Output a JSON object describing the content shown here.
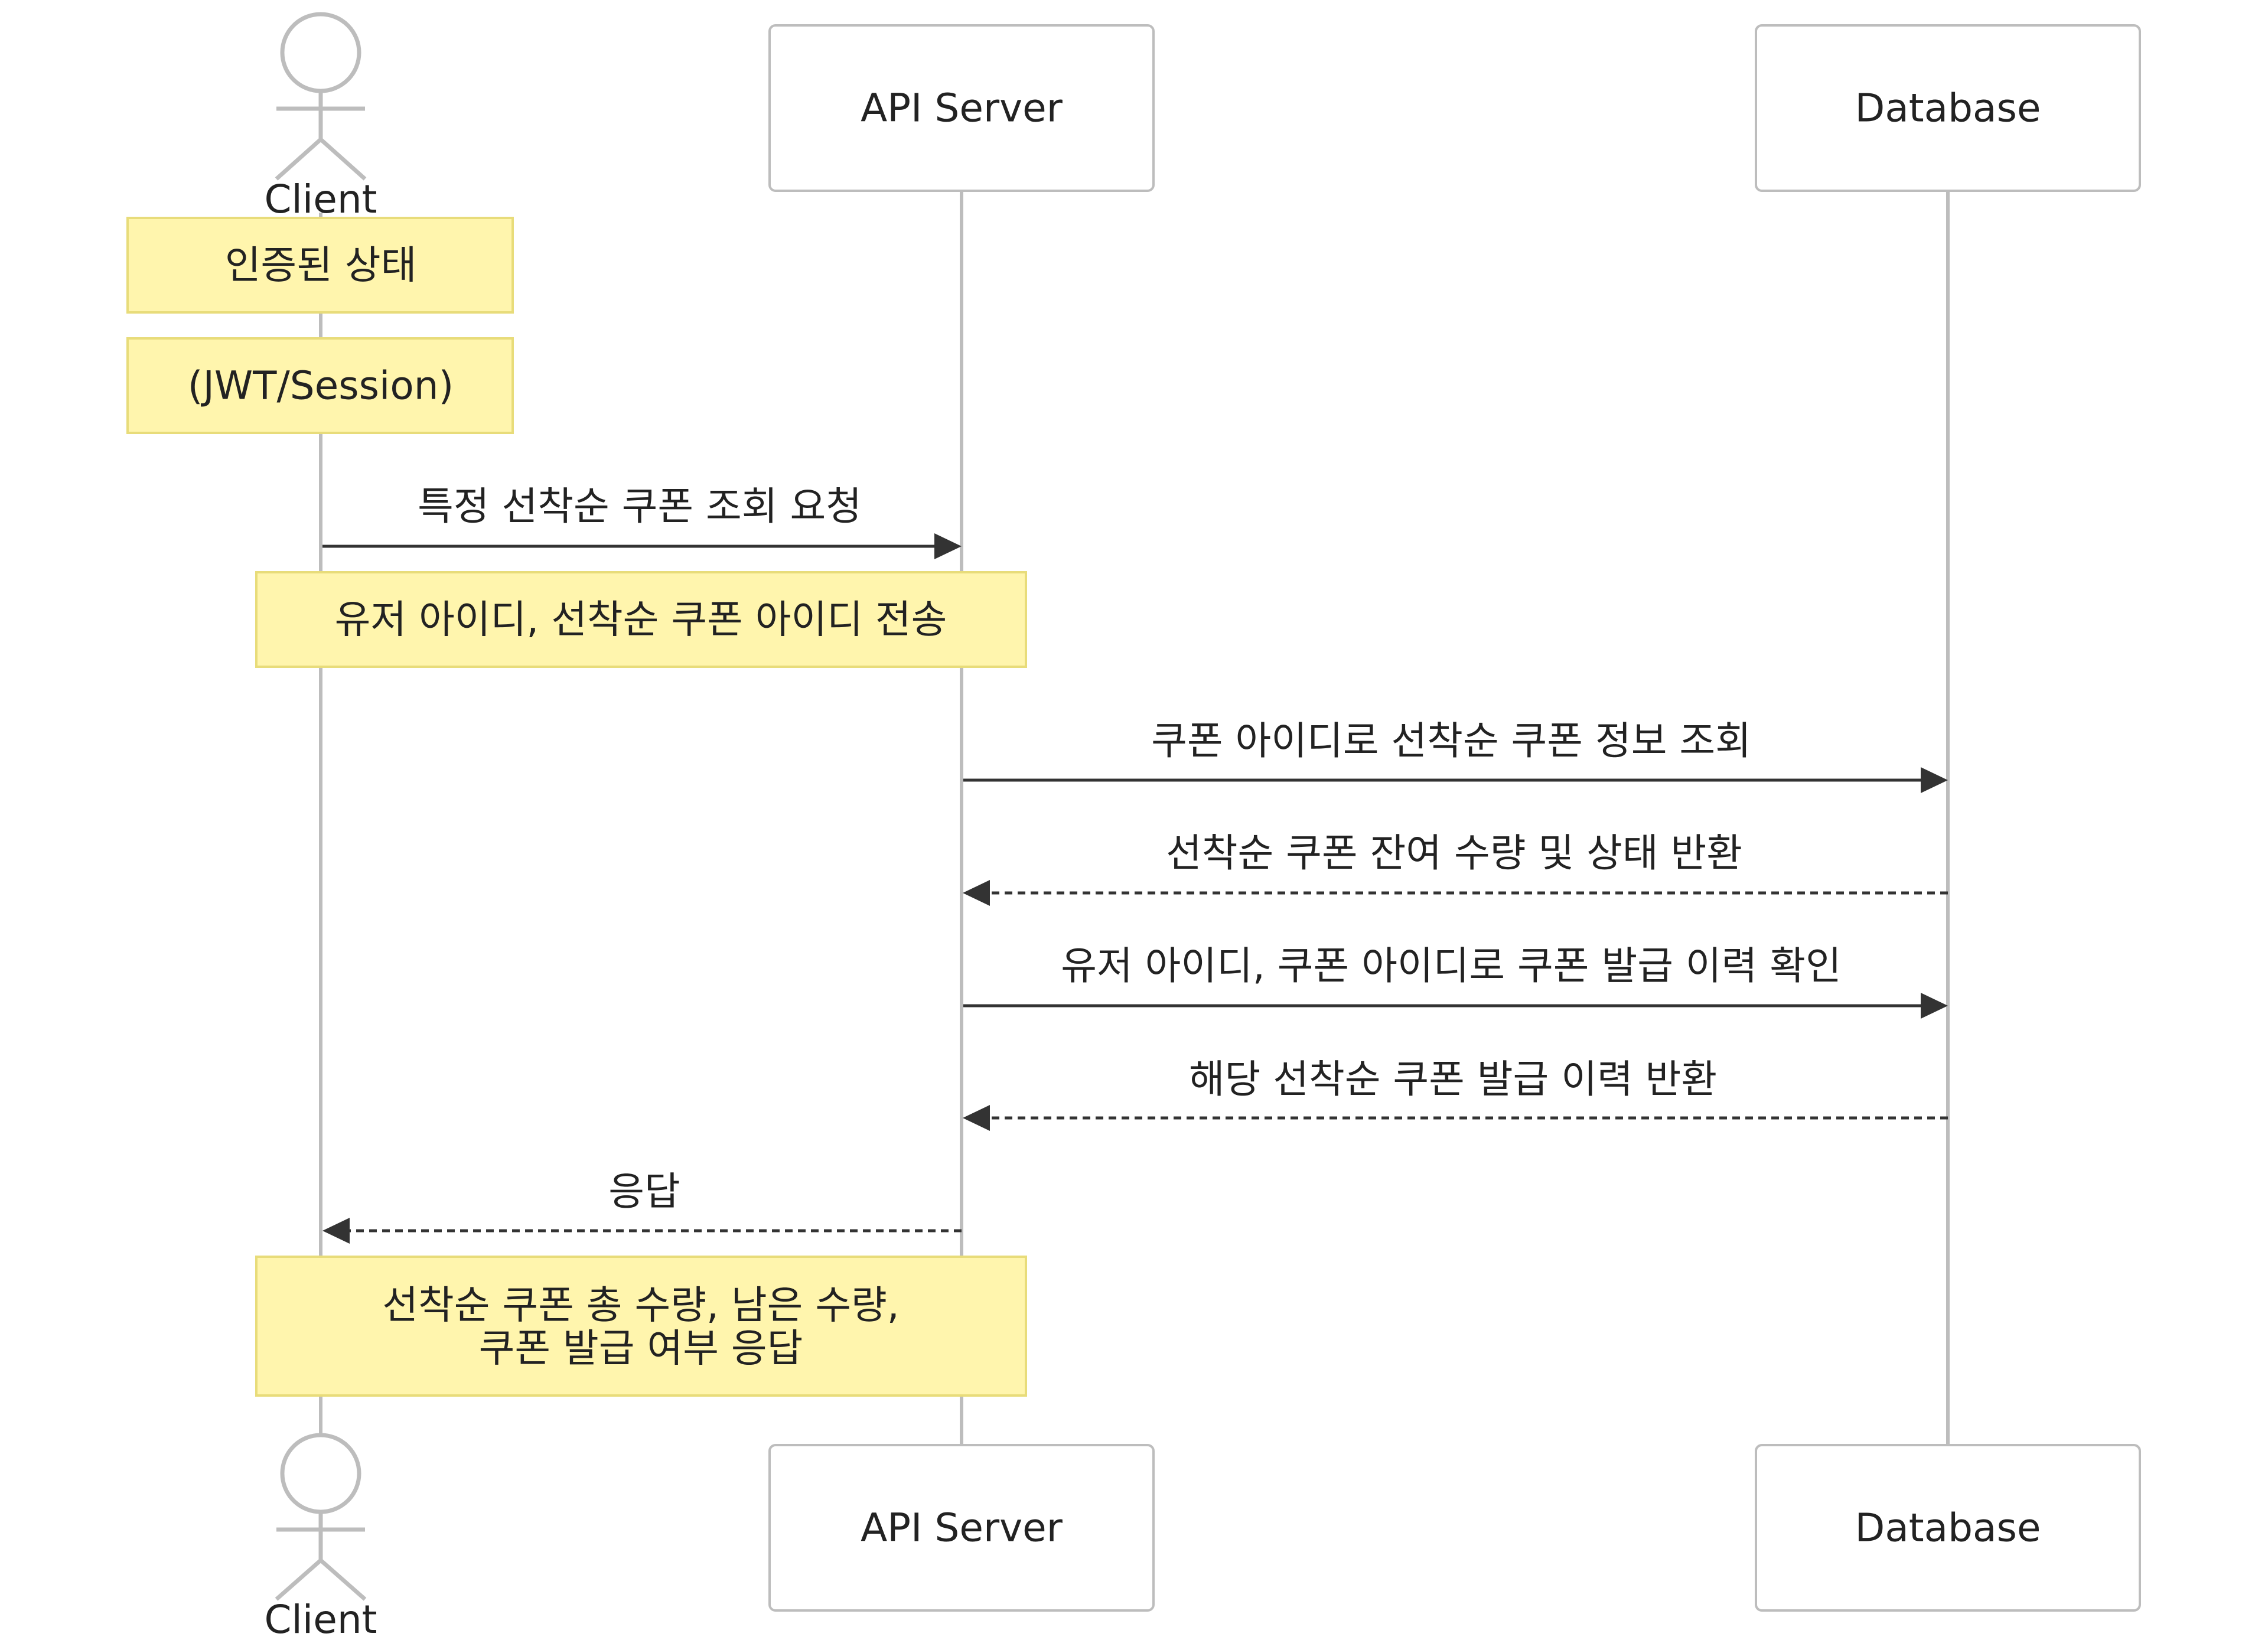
{
  "participants": {
    "client": {
      "label": "Client"
    },
    "api": {
      "label": "API Server"
    },
    "db": {
      "label": "Database"
    }
  },
  "notes": {
    "auth_state": "인증된 상태",
    "auth_method": "(JWT/Session)",
    "send_ids": "유저 아이디, 선착순 쿠폰 아이디 전송",
    "response_line1": "선착순 쿠폰 총 수량, 남은 수량,",
    "response_line2": "쿠폰 발급 여부 응답"
  },
  "messages": [
    {
      "from": "Client",
      "to": "API Server",
      "style": "solid",
      "label": "특정 선착순 쿠폰 조회 요청"
    },
    {
      "from": "API Server",
      "to": "Database",
      "style": "solid",
      "label": "쿠폰 아이디로 선착순 쿠폰 정보 조회"
    },
    {
      "from": "Database",
      "to": "API Server",
      "style": "dashed",
      "label": "선착순 쿠폰 잔여 수량 및 상태 반환"
    },
    {
      "from": "API Server",
      "to": "Database",
      "style": "solid",
      "label": "유저 아이디, 쿠폰 아이디로 쿠폰 발급 이력 확인"
    },
    {
      "from": "Database",
      "to": "API Server",
      "style": "dashed",
      "label": "해당 선착순 쿠폰 발급 이력 반환"
    },
    {
      "from": "API Server",
      "to": "Client",
      "style": "dashed",
      "label": "응답"
    }
  ],
  "colors": {
    "note_fill": "#fff5ad",
    "note_border": "#e8dc7a",
    "lifeline": "#bdbdbd",
    "arrow": "#333333"
  }
}
